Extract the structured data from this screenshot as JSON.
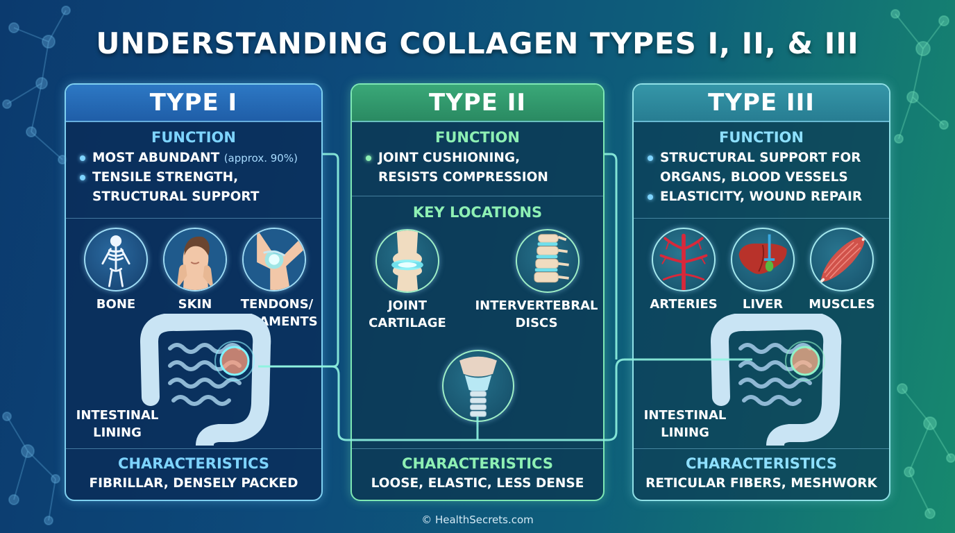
{
  "title": "UNDERSTANDING COLLAGEN TYPES I, II, & III",
  "footer": "© HealthSecrets.com",
  "colors": {
    "accent_blue": "#7ed4ff",
    "accent_green": "#8ef0b4",
    "accent_teal": "#8ee0ff",
    "glow_line": "#8ff3e0"
  },
  "type1": {
    "header": "TYPE I",
    "function_title": "FUNCTION",
    "bullet1": "MOST ABUNDANT",
    "bullet1_note": "(approx. 90%)",
    "bullet2_line1": "TENSILE STRENGTH,",
    "bullet2_line2": "STRUCTURAL SUPPORT",
    "locations": [
      {
        "label": "BONE",
        "icon": "skeleton-icon"
      },
      {
        "label": "SKIN",
        "icon": "face-skin-icon"
      },
      {
        "label_line1": "TENDONS/",
        "label_line2": "LIGAMENTS",
        "icon": "knee-tendon-icon"
      }
    ],
    "intestine_line1": "INTESTINAL",
    "intestine_line2": "LINING",
    "char_title": "CHARACTERISTICS",
    "char_text": "FIBRILLAR, DENSELY PACKED"
  },
  "type2": {
    "header": "TYPE II",
    "function_title": "FUNCTION",
    "bullet1_line1": "JOINT CUSHIONING,",
    "bullet1_line2": "RESISTS COMPRESSION",
    "locations_title": "KEY LOCATIONS",
    "locations": [
      {
        "label_line1": "JOINT",
        "label_line2": "CARTILAGE",
        "icon": "knee-joint-icon"
      },
      {
        "label_line1": "INTERVERTEBRAL",
        "label_line2": "DISCS",
        "icon": "spine-icon"
      }
    ],
    "extra_icon": "trachea-icon",
    "char_title": "CHARACTERISTICS",
    "char_text": "LOOSE, ELASTIC, LESS DENSE"
  },
  "type3": {
    "header": "TYPE III",
    "function_title": "FUNCTION",
    "bullet1_line1": "STRUCTURAL SUPPORT FOR",
    "bullet1_line2": "ORGANS, BLOOD VESSELS",
    "bullet2": "ELASTICITY, WOUND REPAIR",
    "locations": [
      {
        "label": "ARTERIES",
        "icon": "arteries-icon"
      },
      {
        "label": "LIVER",
        "icon": "liver-icon"
      },
      {
        "label": "MUSCLES",
        "icon": "muscle-icon"
      }
    ],
    "intestine_line1": "INTESTINAL",
    "intestine_line2": "LINING",
    "char_title": "CHARACTERISTICS",
    "char_text": "RETICULAR FIBERS, MESHWORK"
  }
}
